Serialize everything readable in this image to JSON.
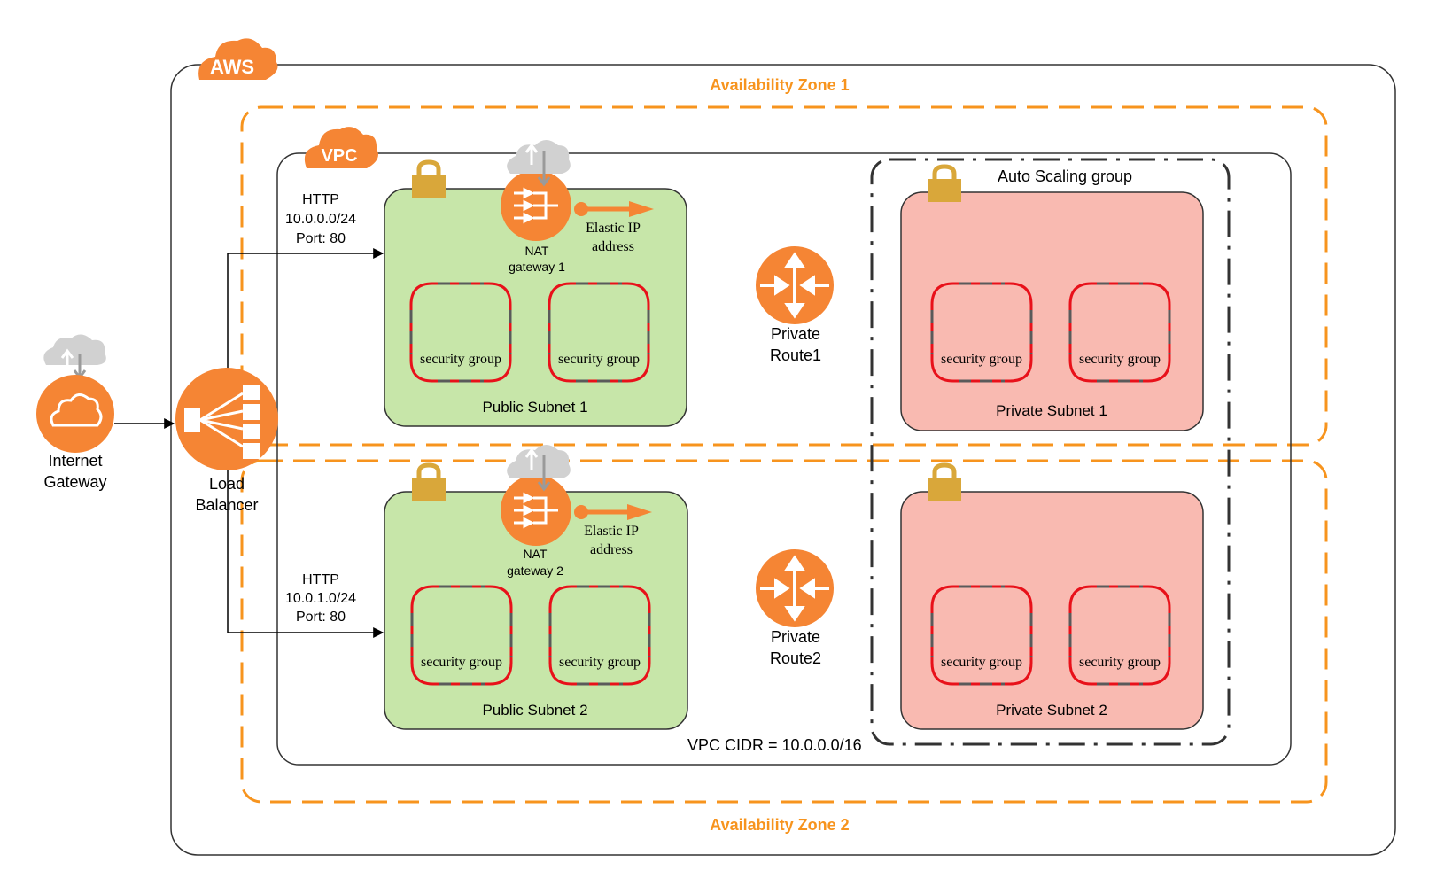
{
  "colors": {
    "aws_orange": "#F58534",
    "zone_orange": "#F7941E",
    "public_subnet_fill": "#C7E6A9",
    "private_subnet_fill": "#F9BAB1",
    "security_red": "#E8111A",
    "security_gray": "#5A5A5A",
    "lock_gold": "#D9A73A",
    "cloud_gray": "#D1D1D1",
    "border_dark": "#333333"
  },
  "icons": {
    "aws": "cloud-icon",
    "vpc": "cloud-icon",
    "internet_gateway": "internet-gateway-icon",
    "load_balancer": "load-balancer-icon",
    "nat_gateway": "nat-gateway-icon",
    "route": "router-icon",
    "lock": "lock-icon"
  },
  "aws": {
    "badge": "AWS"
  },
  "vpc": {
    "badge": "VPC",
    "cidr": "VPC CIDR = 10.0.0.0/16"
  },
  "zones": {
    "zone1": "Availability Zone 1",
    "zone2": "Availability Zone 2"
  },
  "internet_gateway": {
    "line1": "Internet",
    "line2": "Gateway"
  },
  "load_balancer": {
    "line1": "Load",
    "line2": "Balancer"
  },
  "routes": {
    "top": {
      "protocol": "HTTP",
      "cidr": "10.0.0.0/24",
      "port": "Port: 80"
    },
    "bottom": {
      "protocol": "HTTP",
      "cidr": "10.0.1.0/24",
      "port": "Port: 80"
    }
  },
  "public_subnets": [
    {
      "label": "Public Subnet 1",
      "nat": {
        "line1": "NAT",
        "line2": "gateway 1"
      },
      "eip": {
        "line1": "Elastic IP",
        "line2": "address"
      },
      "security_groups": [
        "security group",
        "security group"
      ]
    },
    {
      "label": "Public Subnet 2",
      "nat": {
        "line1": "NAT",
        "line2": "gateway 2"
      },
      "eip": {
        "line1": "Elastic IP",
        "line2": "address"
      },
      "security_groups": [
        "security group",
        "security group"
      ]
    }
  ],
  "private_routes": [
    {
      "line1": "Private",
      "line2": "Route1"
    },
    {
      "line1": "Private",
      "line2": "Route2"
    }
  ],
  "auto_scaling": {
    "label": "Auto Scaling group"
  },
  "private_subnets": [
    {
      "label": "Private Subnet 1",
      "security_groups": [
        "security group",
        "security group"
      ]
    },
    {
      "label": "Private Subnet 2",
      "security_groups": [
        "security group",
        "security group"
      ]
    }
  ]
}
